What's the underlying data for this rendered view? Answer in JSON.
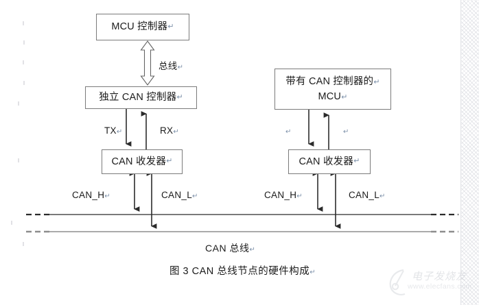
{
  "figure": {
    "caption": "图 3   CAN 总线节点的硬件构成",
    "caption_cr": "↵",
    "bus_label": "CAN 总线",
    "bus_label_cr": "↵"
  },
  "left_node": {
    "mcu_box": {
      "text": "MCU 控制器",
      "cr": "↵"
    },
    "bus_arrow_label": {
      "text": "总线",
      "cr": "↵"
    },
    "controller_box": {
      "text": "独立 CAN 控制器",
      "cr": "↵"
    },
    "tx_label": {
      "text": "TX",
      "cr": "↵"
    },
    "rx_label": {
      "text": "RX",
      "cr": "↵"
    },
    "transceiver_box": {
      "text": "CAN 收发器",
      "cr": "↵"
    },
    "can_h_label": {
      "text": "CAN_H",
      "cr": "↵"
    },
    "can_l_label": {
      "text": "CAN_L",
      "cr": "↵"
    }
  },
  "right_node": {
    "mcu_box": {
      "line1": "带有 CAN 控制器的",
      "line1_cr": "↵",
      "line2": "MCU",
      "line2_cr": "↵"
    },
    "tx_label": {
      "text": "",
      "cr": "↵"
    },
    "rx_label": {
      "text": "",
      "cr": "↵"
    },
    "transceiver_box": {
      "text": "CAN 收发器",
      "cr": "↵"
    },
    "can_h_label": {
      "text": "CAN_H",
      "cr": "↵"
    },
    "can_l_label": {
      "text": "CAN_L",
      "cr": "↵"
    }
  },
  "watermark": {
    "brand": "电子发烧友",
    "url": "www.elecfans.com"
  },
  "colors": {
    "stroke": "#2b2b2b",
    "box_border": "#7a7a7a",
    "bus_upper": "#2b2b2b",
    "bus_lower": "#8d8d8d",
    "background": "#ffffff"
  }
}
